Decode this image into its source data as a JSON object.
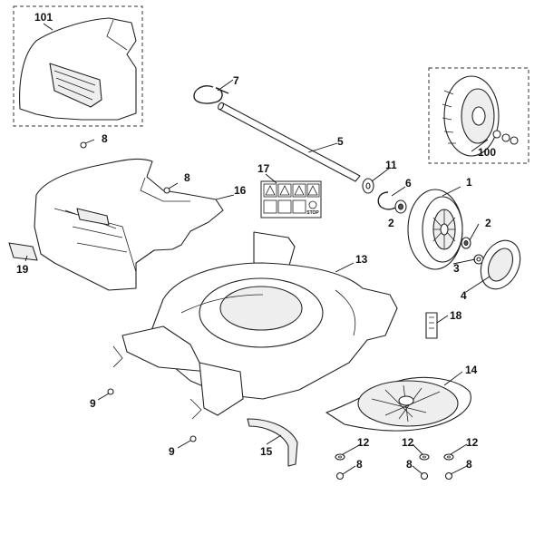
{
  "callouts": {
    "c101": "101",
    "c8a": "8",
    "c7": "7",
    "c5": "5",
    "c100": "100",
    "c17": "17",
    "c8b": "8",
    "c16": "16",
    "c11": "11",
    "c6": "6",
    "c1": "1",
    "c2a": "2",
    "c2b": "2",
    "c3": "3",
    "c4": "4",
    "c13": "13",
    "c19": "19",
    "c18": "18",
    "c14": "14",
    "c9a": "9",
    "c9b": "9",
    "c15": "15",
    "c12a": "12",
    "c12b": "12",
    "c12c": "12",
    "c8c": "8",
    "c8d": "8",
    "c8e": "8"
  },
  "label_17": {
    "stop_text": "STOP"
  },
  "colors": {
    "line": "#222222",
    "background": "#ffffff",
    "shade": "#eeeeee"
  }
}
